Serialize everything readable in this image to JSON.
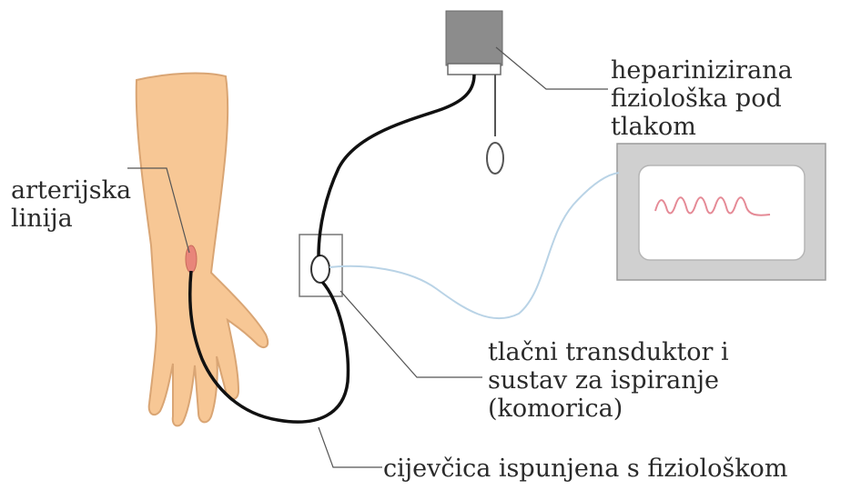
{
  "labels": {
    "arterial_line": [
      "arterijska",
      "linija"
    ],
    "heparinized_saline": [
      "heparinizirana",
      "fiziološka pod",
      "tlakom"
    ],
    "transducer": [
      "tlačni transduktor i",
      "sustav za ispiranje",
      "(komorica)"
    ],
    "tubing": "cijevčica ispunjena s fiziološkom"
  },
  "colors": {
    "skin": "#f7c795",
    "skin_outline": "#d9a574",
    "tubing": "#111111",
    "cable": "#b9d3e6",
    "monitor_frame": "#cfcfcf",
    "waveform": "#e58a96",
    "bag": "#8c8c8c",
    "leader_line": "#555555"
  }
}
